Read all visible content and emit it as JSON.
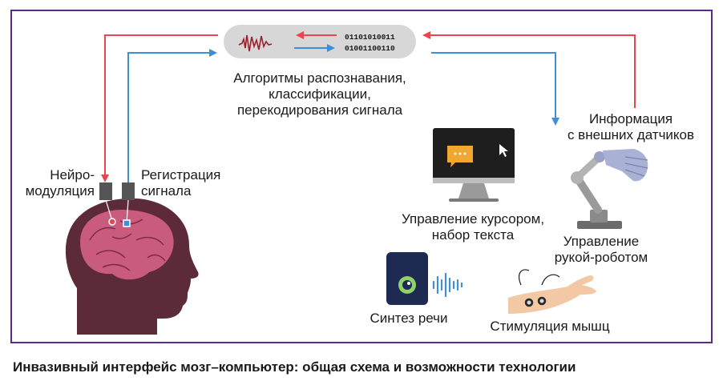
{
  "caption": "Инвазивный интерфейс мозг–компьютер: общая схема и возможности технологии",
  "algorithms": {
    "label": "Алгоритмы распознавания,\nклассификации,\nперекодирования сигнала",
    "binary_top": "01101010011",
    "binary_bottom": "01001100110"
  },
  "labels": {
    "neuromodulation": "Нейро-\nмодуляция",
    "registration": "Регистрация\nсигнала",
    "sensors": "Информация\nс внешних датчиков",
    "cursor": "Управление курсором,\nнабор текста",
    "robot_arm": "Управление\nрукой-роботом",
    "speech": "Синтез речи",
    "muscle": "Стимуляция мышц"
  },
  "colors": {
    "frame": "#5b2a86",
    "red_arrow": "#e8454f",
    "blue_arrow": "#3f8fd4",
    "head": "#5c2a38",
    "brain": "#c95b7c",
    "wave": "#9b1f2b"
  }
}
